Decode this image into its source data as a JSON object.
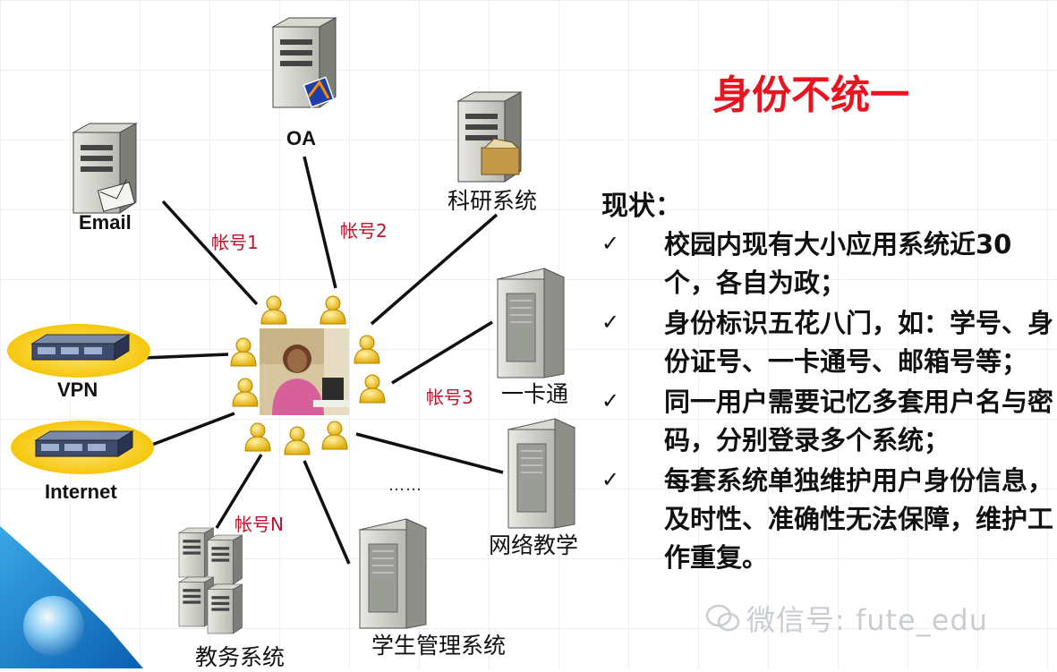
{
  "title": "身份不统一",
  "status_heading": "现状：",
  "points": [
    {
      "mark": "✓",
      "text": "校园内现有大小应用系统近30个，各自为政；"
    },
    {
      "mark": "✓",
      "text": "身份标识五花八门，如：学号、身份证号、一卡通号、邮箱号等；"
    },
    {
      "mark": "✓",
      "text": "同一用户需要记忆多套用户名与密码，分别登录多个系统；"
    },
    {
      "mark": "✓",
      "text": "每套系统单独维护用户身份信息，及时性、准确性无法保障，维护工作重复。"
    }
  ],
  "systems": {
    "oa": "OA",
    "email": "Email",
    "research": "科研系统",
    "vpn": "VPN",
    "card": "一卡通",
    "internet": "Internet",
    "elearning": "网络教学",
    "academic": "教务系统",
    "student": "学生管理系统"
  },
  "accounts": {
    "a1": "帐号1",
    "a2": "帐号2",
    "a3": "帐号3",
    "an": "帐号N"
  },
  "ellipsis": "……",
  "watermark": "微信号: fute_edu",
  "colors": {
    "title": "#e8141f",
    "account_label": "#c0102a",
    "user_icon": "#f2c21b",
    "network_device_halo": "#f5c400"
  },
  "icons": [
    "server-icon",
    "user-icon",
    "router-icon",
    "wechat-icon"
  ]
}
